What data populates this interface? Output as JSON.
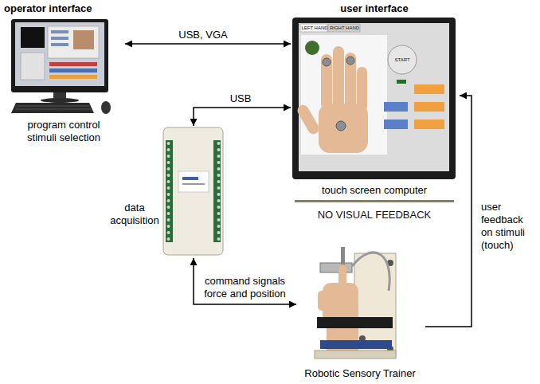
{
  "diagram": {
    "nodes": [
      {
        "text": [
          "operator interface",
          "program control stimuli selection"
        ]
      },
      {
        "text": [
          "user interface",
          "touch screen computer"
        ]
      },
      {
        "text": [
          "data acquisition"
        ]
      },
      {
        "text": [
          "Robotic Sensory Trainer"
        ]
      }
    ],
    "edges": [
      {
        "from": 0,
        "to": 1,
        "arrow": "both",
        "label": "USB, VGA"
      },
      {
        "from": 2,
        "to": 1,
        "arrow": "both",
        "label": "USB"
      },
      {
        "from": 2,
        "to": 3,
        "arrow": "both",
        "label": "command signals force and position"
      },
      {
        "from": 3,
        "to": 1,
        "arrow": "to",
        "label": "user feedback on stimuli (touch)"
      }
    ],
    "labels": [
      "NO VISUAL FEEDBACK",
      "LEFT HAND",
      "RIGHT HAND",
      "START"
    ]
  }
}
